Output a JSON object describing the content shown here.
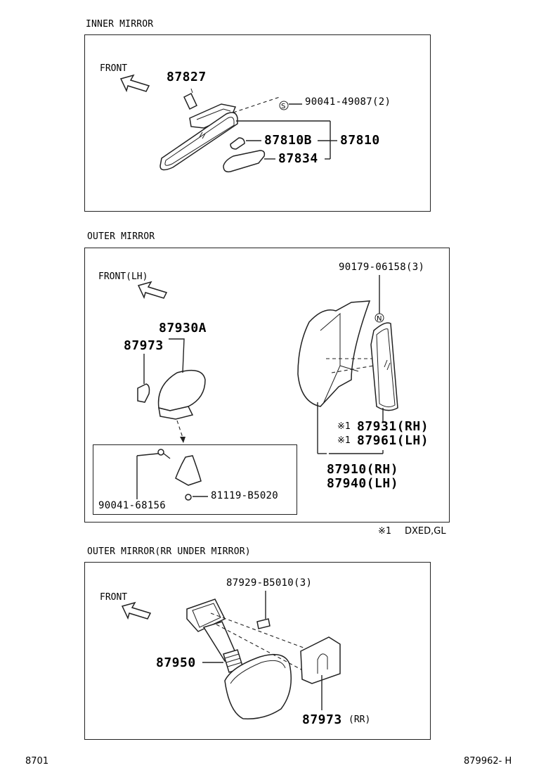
{
  "sections": {
    "inner": {
      "title": "INNER MIRROR",
      "front": "FRONT",
      "parts": {
        "p87827": "87827",
        "p90041_49087": "90041-49087(2)",
        "p87810B": "87810B",
        "p87810": "87810",
        "p87834": "87834"
      }
    },
    "outer": {
      "title": "OUTER MIRROR",
      "front": "FRONT(LH)",
      "parts": {
        "p90179": "90179-06158(3)",
        "p87930A": "87930A",
        "p87973": "87973",
        "p87931": "87931(RH)",
        "p87961": "87961(LH)",
        "mark1": "※1",
        "mark2": "※1",
        "p87910": "87910(RH)",
        "p87940": "87940(LH)",
        "p90041_68156": "90041-68156",
        "p81119": "81119-B5020"
      },
      "note_mark": "※1",
      "note_text": "DXED,GL"
    },
    "rr": {
      "title": "OUTER MIRROR(RR UNDER MIRROR)",
      "front": "FRONT",
      "parts": {
        "p87929": "87929-B5010(3)",
        "p87950": "87950",
        "p87973": "87973",
        "p87973_suffix": "(RR)"
      }
    }
  },
  "footer": {
    "left": "8701",
    "right": "879962- H"
  },
  "icons": [
    "front-arrow-icon",
    "screw-s-icon",
    "screw-n-icon"
  ]
}
